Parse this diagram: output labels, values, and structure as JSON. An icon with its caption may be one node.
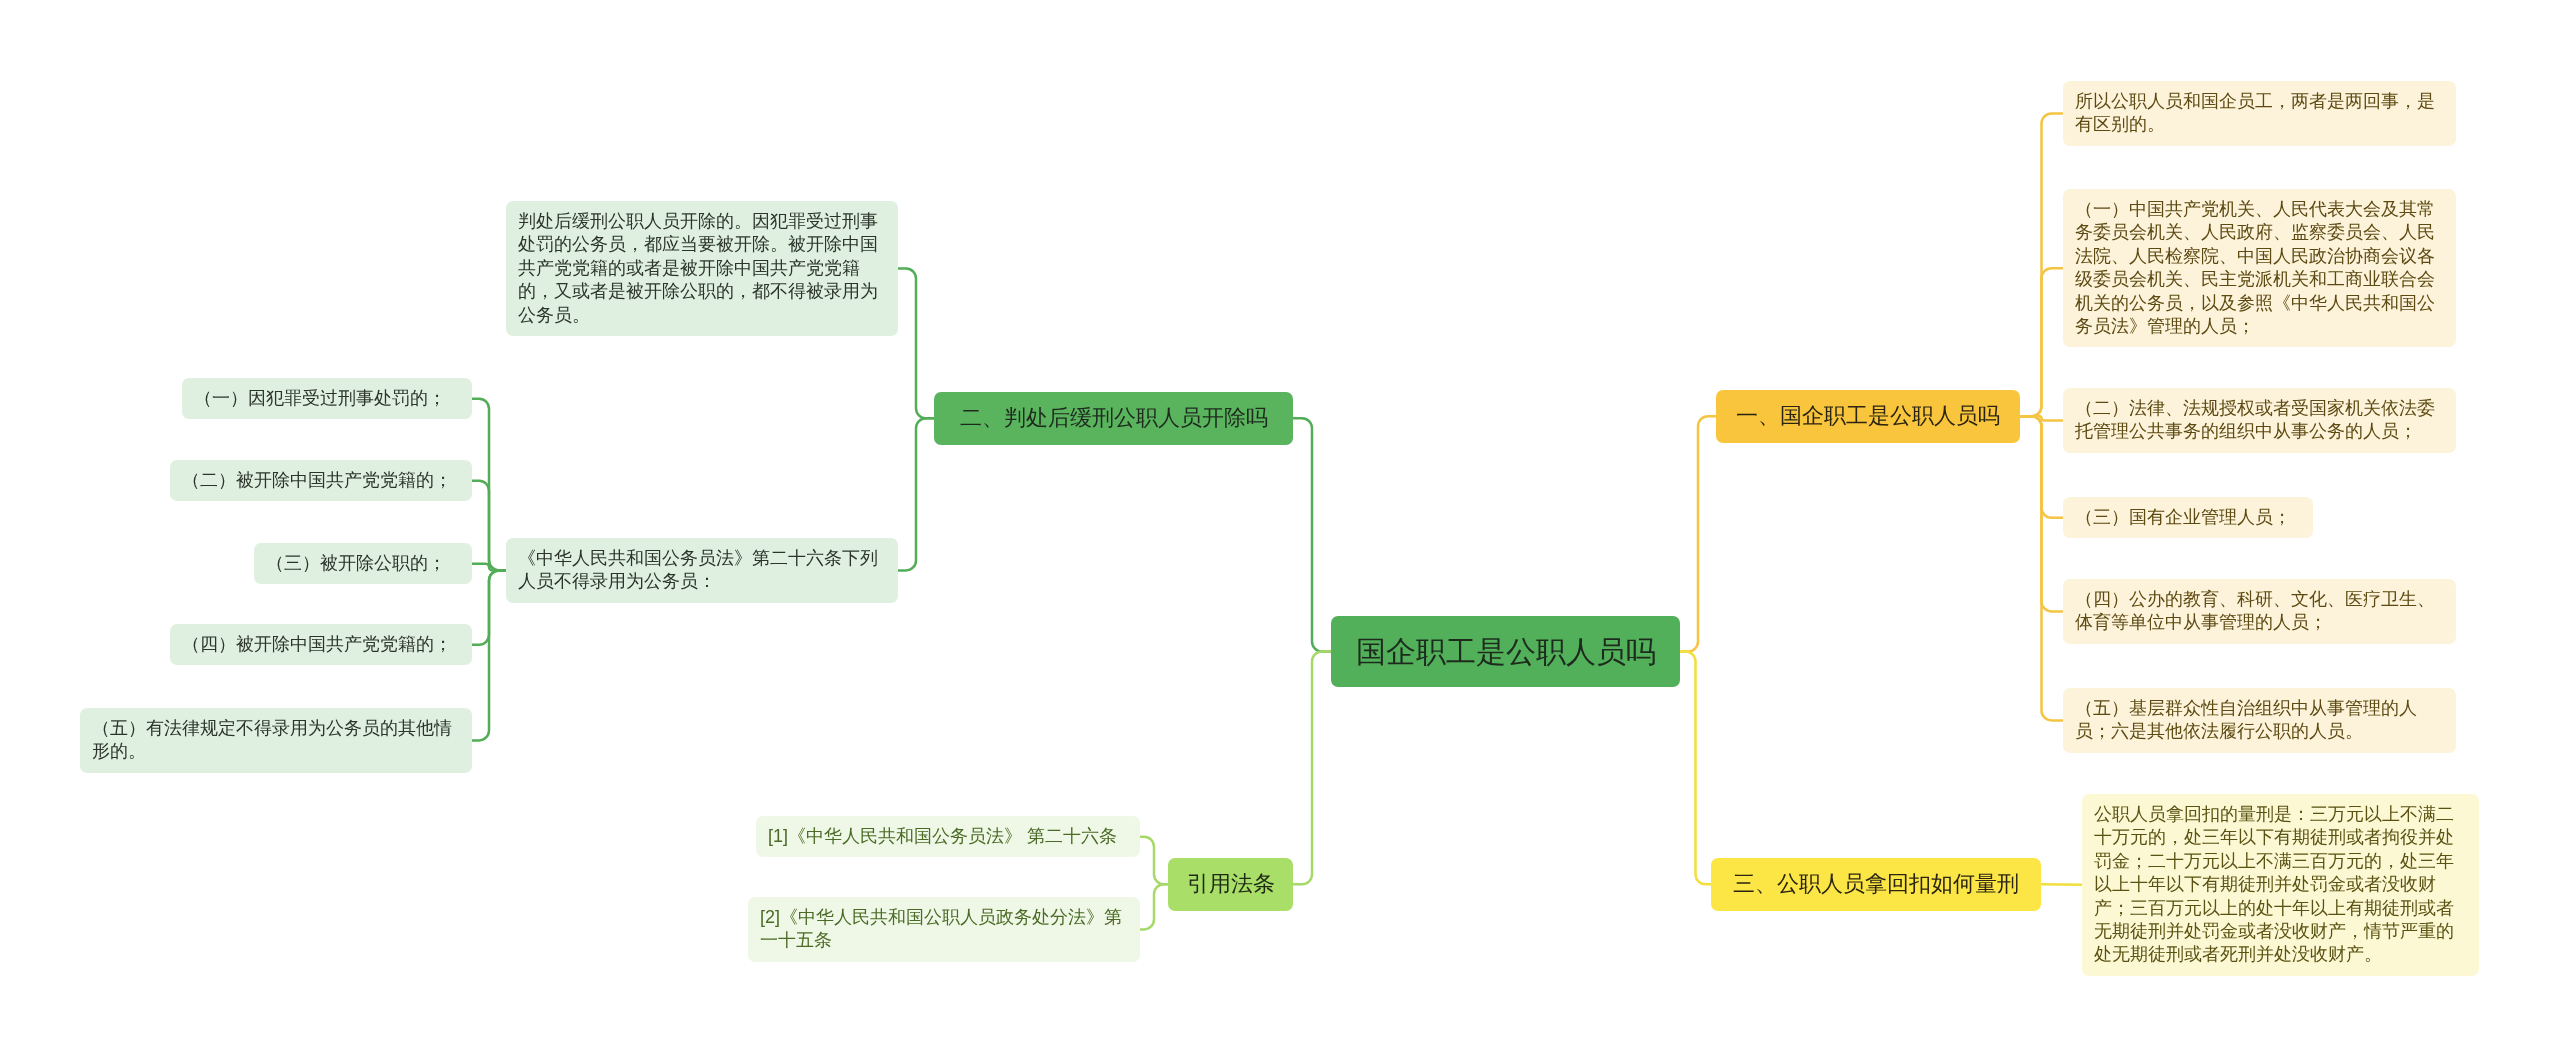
{
  "diagram": {
    "nodes": [
      {
        "text": [
          "国企职工是公职人员吗"
        ]
      },
      {
        "text": [
          "二、判处后缓刑公职人员开除吗"
        ]
      },
      {
        "text": [
          "判处后缓刑公职人员开除的。因犯罪受过刑事处罚的公务员，都应当要被开除。被开除中国共产党党籍的或者是被开除中国共产党党籍的，又或者是被开除公职的，都不得被录用为公务员。"
        ]
      },
      {
        "text": [
          "《中华人民共和国公务员法》第二十六条下列人员不得录用为公务员："
        ]
      },
      {
        "text": [
          "（一）因犯罪受过刑事处罚的；"
        ]
      },
      {
        "text": [
          "（二）被开除中国共产党党籍的；"
        ]
      },
      {
        "text": [
          "（三）被开除公职的；"
        ]
      },
      {
        "text": [
          "（四）被开除中国共产党党籍的；"
        ]
      },
      {
        "text": [
          "（五）有法律规定不得录用为公务员的其他情形的。"
        ]
      },
      {
        "text": [
          "引用法条"
        ]
      },
      {
        "text": [
          "[1]《中华人民共和国公务员法》 第二十六条"
        ]
      },
      {
        "text": [
          "[2]《中华人民共和国公职人员政务处分法》第一十五条"
        ]
      },
      {
        "text": [
          "一、国企职工是公职人员吗"
        ]
      },
      {
        "text": [
          "所以公职人员和国企员工，两者是两回事，是有区别的。"
        ]
      },
      {
        "text": [
          "（一）中国共产党机关、人民代表大会及其常务委员会机关、人民政府、监察委员会、人民法院、人民检察院、中国人民政治协商会议各级委员会机关、民主党派机关和工商业联合会机关的公务员，以及参照《中华人民共和国公务员法》管理的人员；"
        ]
      },
      {
        "text": [
          "（二）法律、法规授权或者受国家机关依法委托管理公共事务的组织中从事公务的人员；"
        ]
      },
      {
        "text": [
          "（三）国有企业管理人员；"
        ]
      },
      {
        "text": [
          "（四）公办的教育、科研、文化、医疗卫生、体育等单位中从事管理的人员；"
        ]
      },
      {
        "text": [
          "（五）基层群众性自治组织中从事管理的人员；六是其他依法履行公职的人员。"
        ]
      },
      {
        "text": [
          "三、公职人员拿回扣如何量刑"
        ]
      },
      {
        "text": [
          "公职人员拿回扣的量刑是：三万元以上不满二十万元的，处三年以下有期徒刑或者拘役并处罚金；二十万元以上不满三百万元的，处三年以上十年以下有期徒刑并处罚金或者没收财产；三百万元以上的处十年以上有期徒刑或者无期徒刑并处罚金或者没收财产，情节严重的处无期徒刑或者死刑并处没收财产。"
        ]
      }
    ],
    "edges": [
      {
        "from": 0,
        "to": 1,
        "arrow": "none"
      },
      {
        "from": 1,
        "to": 2,
        "arrow": "none"
      },
      {
        "from": 1,
        "to": 3,
        "arrow": "none"
      },
      {
        "from": 3,
        "to": 4,
        "arrow": "none"
      },
      {
        "from": 3,
        "to": 5,
        "arrow": "none"
      },
      {
        "from": 3,
        "to": 6,
        "arrow": "none"
      },
      {
        "from": 3,
        "to": 7,
        "arrow": "none"
      },
      {
        "from": 3,
        "to": 8,
        "arrow": "none"
      },
      {
        "from": 0,
        "to": 9,
        "arrow": "none",
        "color": "#a6d96a"
      },
      {
        "from": 9,
        "to": 10,
        "arrow": "none",
        "color": "#a6d96a"
      },
      {
        "from": 9,
        "to": 11,
        "arrow": "none",
        "color": "#a6d96a"
      },
      {
        "from": 0,
        "to": 12,
        "arrow": "none",
        "color": "#f5c443"
      },
      {
        "from": 12,
        "to": 13,
        "arrow": "none",
        "color": "#f5c443"
      },
      {
        "from": 12,
        "to": 14,
        "arrow": "none",
        "color": "#f5c443"
      },
      {
        "from": 12,
        "to": 15,
        "arrow": "none",
        "color": "#f5c443"
      },
      {
        "from": 12,
        "to": 16,
        "arrow": "none",
        "color": "#f5c443"
      },
      {
        "from": 12,
        "to": 17,
        "arrow": "none",
        "color": "#f5c443"
      },
      {
        "from": 12,
        "to": 18,
        "arrow": "none",
        "color": "#f5c443"
      },
      {
        "from": 0,
        "to": 19,
        "arrow": "none",
        "color": "#f3df3c"
      },
      {
        "from": 19,
        "to": 20,
        "arrow": "none",
        "color": "#f3df3c"
      }
    ]
  }
}
